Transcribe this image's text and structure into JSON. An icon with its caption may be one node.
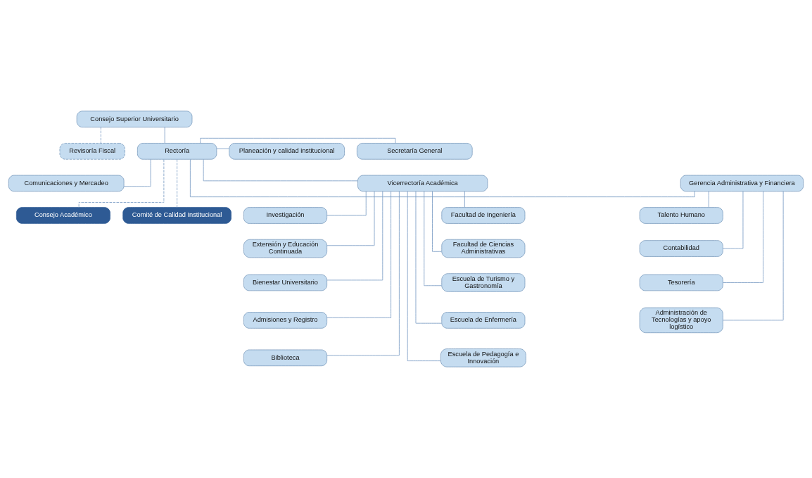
{
  "diagram": {
    "nodes": [
      {
        "text": [
          "Consejo Superior Universitario"
        ]
      },
      {
        "text": [
          "Revisoría Fiscal"
        ]
      },
      {
        "text": [
          "Secretaría General"
        ]
      },
      {
        "text": [
          "Rectoría"
        ]
      },
      {
        "text": [
          "Planeación y calidad institucional"
        ]
      },
      {
        "text": [
          "Comunicaciones y Mercadeo"
        ]
      },
      {
        "text": [
          "Consejo Académico"
        ]
      },
      {
        "text": [
          "Comité de Calidad Institucional"
        ]
      },
      {
        "text": [
          "Vicerrectoría Académica"
        ]
      },
      {
        "text": [
          "Gerencia Administrativa y Financiera"
        ]
      },
      {
        "text": [
          "Investigación"
        ]
      },
      {
        "text": [
          "Extensión y Educación Continuada"
        ]
      },
      {
        "text": [
          "Bienestar Universitario"
        ]
      },
      {
        "text": [
          "Admisiones y Registro"
        ]
      },
      {
        "text": [
          "Biblioteca"
        ]
      },
      {
        "text": [
          "Facultad de Ingeniería"
        ]
      },
      {
        "text": [
          "Facultad de Ciencias Administrativas"
        ]
      },
      {
        "text": [
          "Escuela de Turismo y Gastronomía"
        ]
      },
      {
        "text": [
          "Escuela de Enfermería"
        ]
      },
      {
        "text": [
          "Escuela de Pedagogía e Innovación"
        ]
      },
      {
        "text": [
          "Talento Humano"
        ]
      },
      {
        "text": [
          "Contabilidad"
        ]
      },
      {
        "text": [
          "Tesorería"
        ]
      },
      {
        "text": [
          "Administración de Tecnologías y apoyo logístico"
        ]
      }
    ],
    "edges": [
      {
        "from": 0,
        "to": 3,
        "arrow": "none"
      },
      {
        "from": 0,
        "to": 1,
        "arrow": "none",
        "style": "dashed"
      },
      {
        "from": 3,
        "to": 2,
        "arrow": "none"
      },
      {
        "from": 3,
        "to": 4,
        "arrow": "none"
      },
      {
        "from": 3,
        "to": 5,
        "arrow": "none"
      },
      {
        "from": 3,
        "to": 6,
        "arrow": "none",
        "style": "dashed"
      },
      {
        "from": 3,
        "to": 7,
        "arrow": "none",
        "style": "dashed"
      },
      {
        "from": 3,
        "to": 8,
        "arrow": "none"
      },
      {
        "from": 3,
        "to": 9,
        "arrow": "none"
      },
      {
        "from": 8,
        "to": 10,
        "arrow": "none"
      },
      {
        "from": 8,
        "to": 11,
        "arrow": "none"
      },
      {
        "from": 8,
        "to": 12,
        "arrow": "none"
      },
      {
        "from": 8,
        "to": 13,
        "arrow": "none"
      },
      {
        "from": 8,
        "to": 14,
        "arrow": "none"
      },
      {
        "from": 8,
        "to": 15,
        "arrow": "none"
      },
      {
        "from": 8,
        "to": 16,
        "arrow": "none"
      },
      {
        "from": 8,
        "to": 17,
        "arrow": "none"
      },
      {
        "from": 8,
        "to": 18,
        "arrow": "none"
      },
      {
        "from": 8,
        "to": 19,
        "arrow": "none"
      },
      {
        "from": 9,
        "to": 20,
        "arrow": "none"
      },
      {
        "from": 9,
        "to": 21,
        "arrow": "none"
      },
      {
        "from": 9,
        "to": 22,
        "arrow": "none"
      },
      {
        "from": 9,
        "to": 23,
        "arrow": "none"
      }
    ]
  }
}
